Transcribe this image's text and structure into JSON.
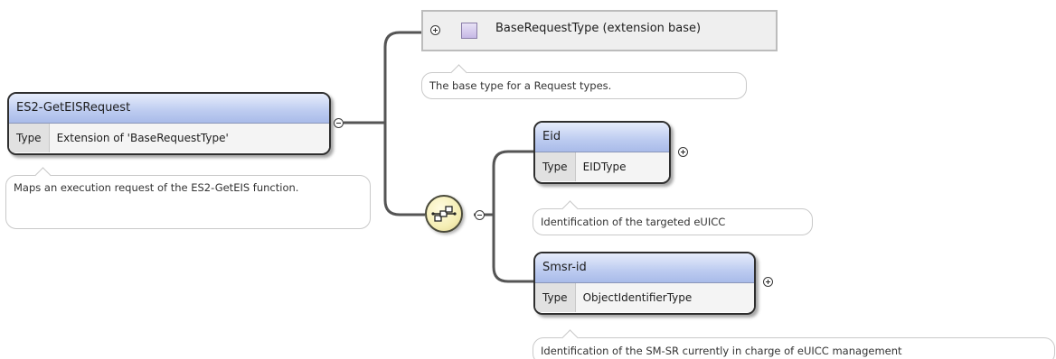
{
  "root": {
    "name": "ES2-GetEISRequest",
    "type_key": "Type",
    "type_value": "Extension of 'BaseRequestType'",
    "doc": "Maps an execution request of the ES2-GetEIS function."
  },
  "base": {
    "label": "BaseRequestType (extension base)",
    "doc": "The base type for a Request types."
  },
  "sequence": {
    "icon": "sequence-compositor-icon"
  },
  "children": [
    {
      "name": "Eid",
      "type_key": "Type",
      "type_value": "EIDType",
      "doc": "Identification of the targeted eUICC"
    },
    {
      "name": "Smsr-id",
      "type_key": "Type",
      "type_value": "ObjectIdentifierType",
      "doc": "Identification of the SM-SR currently in charge of eUICC management"
    }
  ],
  "colors": {
    "header_gradient_top": "#e6ecfb",
    "header_gradient_bottom": "#a9bbe9",
    "connector": "#555555",
    "sequence_fill": "#f5eeb5",
    "base_fill": "#efefef"
  }
}
